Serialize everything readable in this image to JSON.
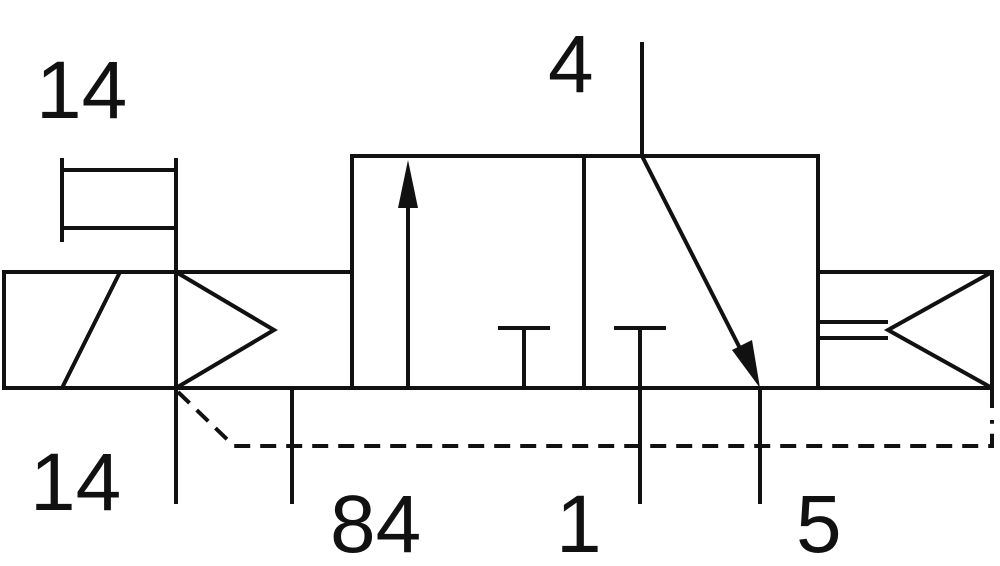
{
  "diagram": {
    "colors": {
      "line": "#111111",
      "background": "#ffffff"
    },
    "labels": {
      "pilot_top": "14",
      "pilot_bottom": "14",
      "port_4": "4",
      "port_84": "84",
      "port_1": "1",
      "port_5": "5"
    }
  }
}
